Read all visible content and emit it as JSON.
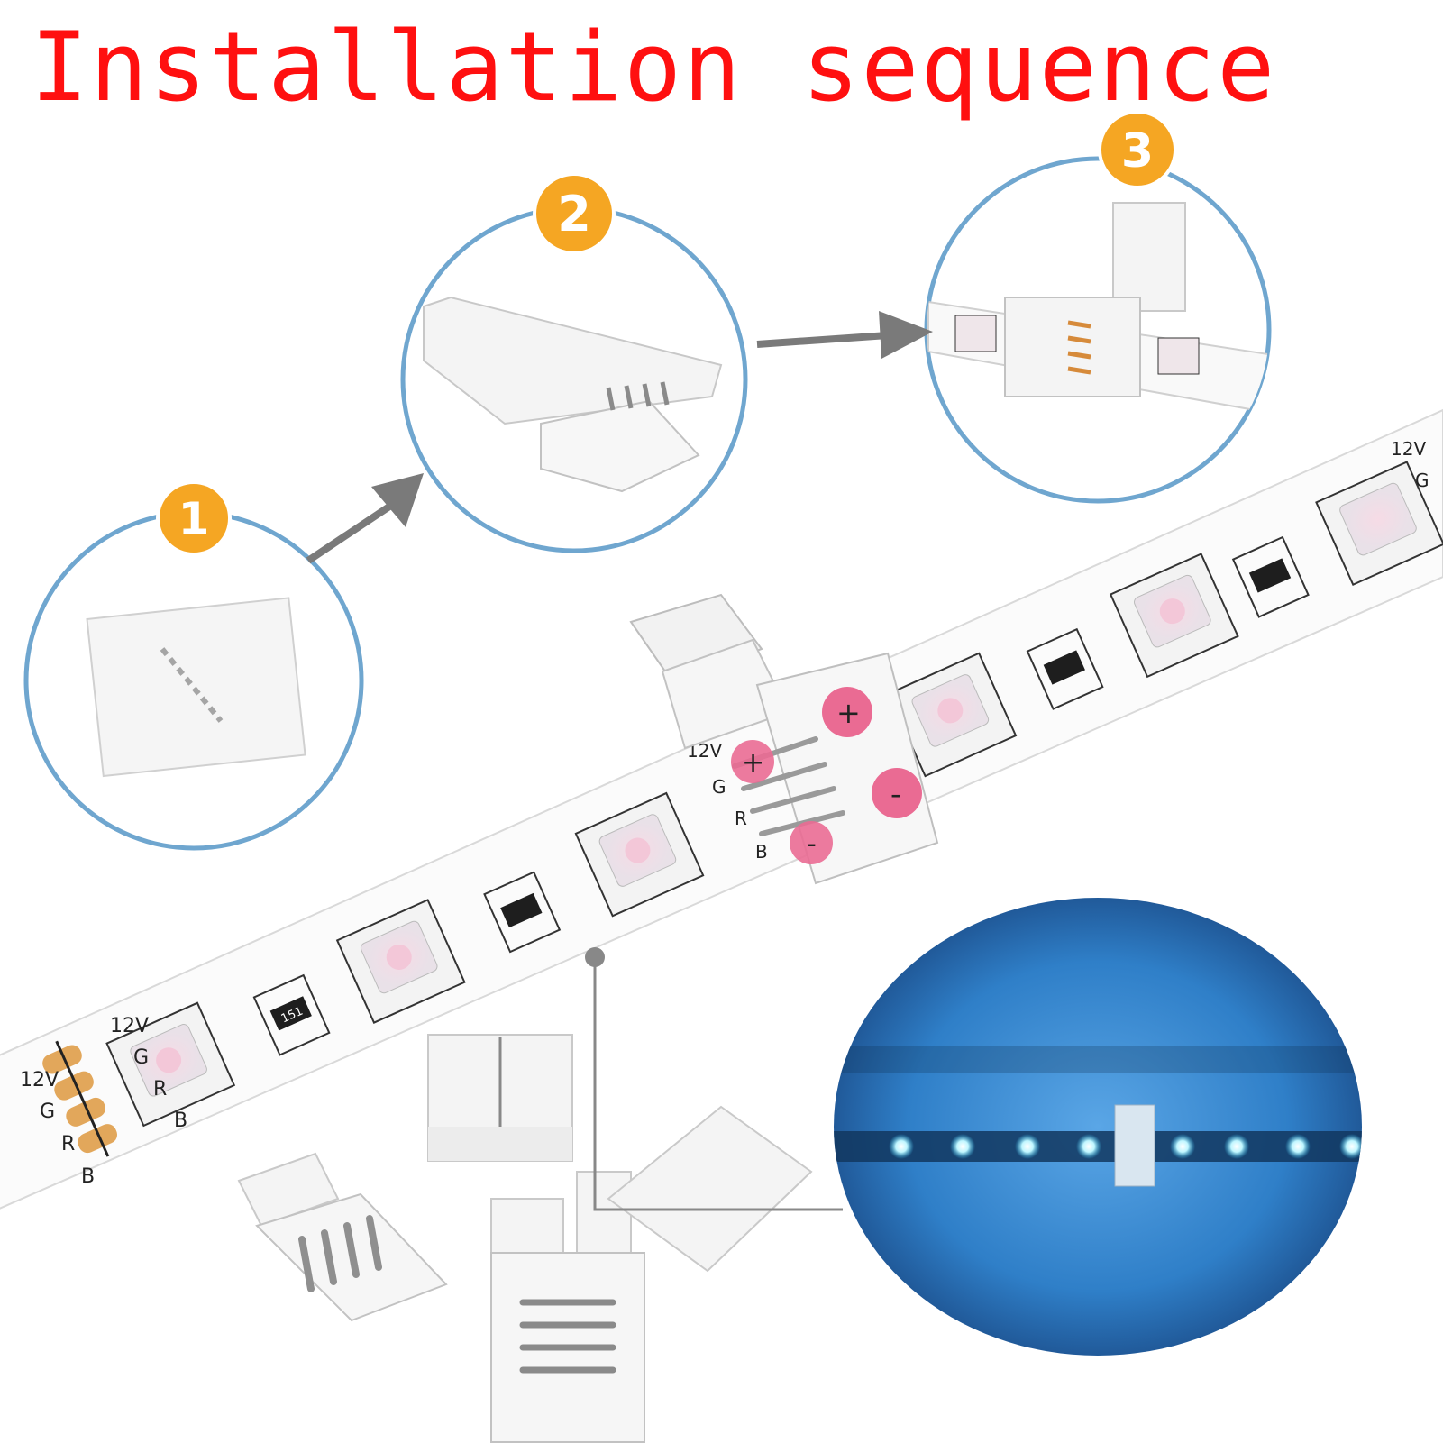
{
  "title": "Installation sequence",
  "steps": [
    {
      "number": "1"
    },
    {
      "number": "2"
    },
    {
      "number": "3"
    }
  ],
  "strip_labels": {
    "voltage": "12V",
    "green": "G",
    "red": "R",
    "blue": "B",
    "resistor_code": "151"
  },
  "connector_marks": {
    "plus": "+",
    "minus": "-"
  },
  "colors": {
    "title": "#ff1010",
    "step_badge": "#f5a623",
    "circle_border": "#6fa6cf",
    "arrow": "#7a7a7a",
    "glow_blue": "#2f7fc8"
  }
}
